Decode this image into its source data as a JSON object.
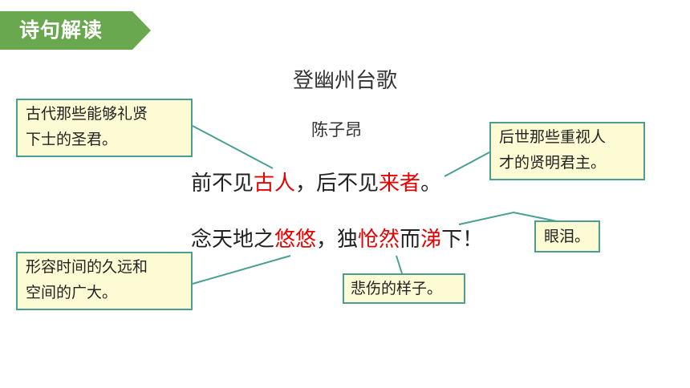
{
  "banner": {
    "label": "诗句解读"
  },
  "poem": {
    "title": "登幽州台歌",
    "author": "陈子昂",
    "line1": {
      "p1": "前不见",
      "h1": "古人",
      "p2": "，后不见",
      "h2": "来者",
      "p3": "。"
    },
    "line2": {
      "p1": "念天地之",
      "h1": "悠悠",
      "p2": "，独",
      "h2": "怆然",
      "p3": "而",
      "h3": "涕",
      "p4": "下！"
    }
  },
  "notes": {
    "guren": [
      "古代那些能够礼贤",
      "下士的圣君。"
    ],
    "laizhe": [
      "后世那些重视人",
      "才的贤明君主。"
    ],
    "ti": "眼泪。",
    "youyou": [
      "形容时间的久远和",
      "空间的广大。"
    ],
    "chuangran": "悲伤的样子。"
  },
  "colors": {
    "banner": "#6aa84f",
    "highlight": "#e60000",
    "note_fill": "#fdfbd3",
    "note_border": "#4a9e92",
    "leader_line": "#4a9e92"
  }
}
